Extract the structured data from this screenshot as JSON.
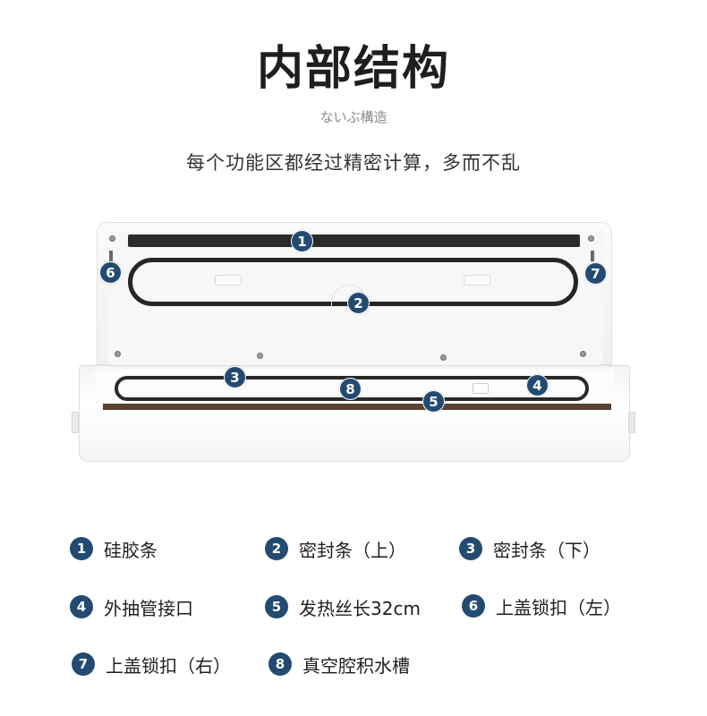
{
  "header": {
    "title": "内部结构",
    "subtitle": "ないぶ構造",
    "tagline": "每个功能区都经过精密计算，多而不乱"
  },
  "colors": {
    "badge": "#234b72",
    "gasket": "#262626",
    "heat_wire": "#5c4030"
  },
  "diagram": {
    "markers": [
      "1",
      "2",
      "3",
      "4",
      "5",
      "6",
      "7",
      "8"
    ]
  },
  "legend": [
    {
      "num": "1",
      "label": "硅胶条"
    },
    {
      "num": "2",
      "label": "密封条（上）"
    },
    {
      "num": "3",
      "label": "密封条（下）"
    },
    {
      "num": "4",
      "label": "外抽管接口"
    },
    {
      "num": "5",
      "label": "发热丝长32cm"
    },
    {
      "num": "6",
      "label": "上盖锁扣（左）"
    },
    {
      "num": "7",
      "label": "上盖锁扣（右）"
    },
    {
      "num": "8",
      "label": "真空腔积水槽"
    }
  ]
}
